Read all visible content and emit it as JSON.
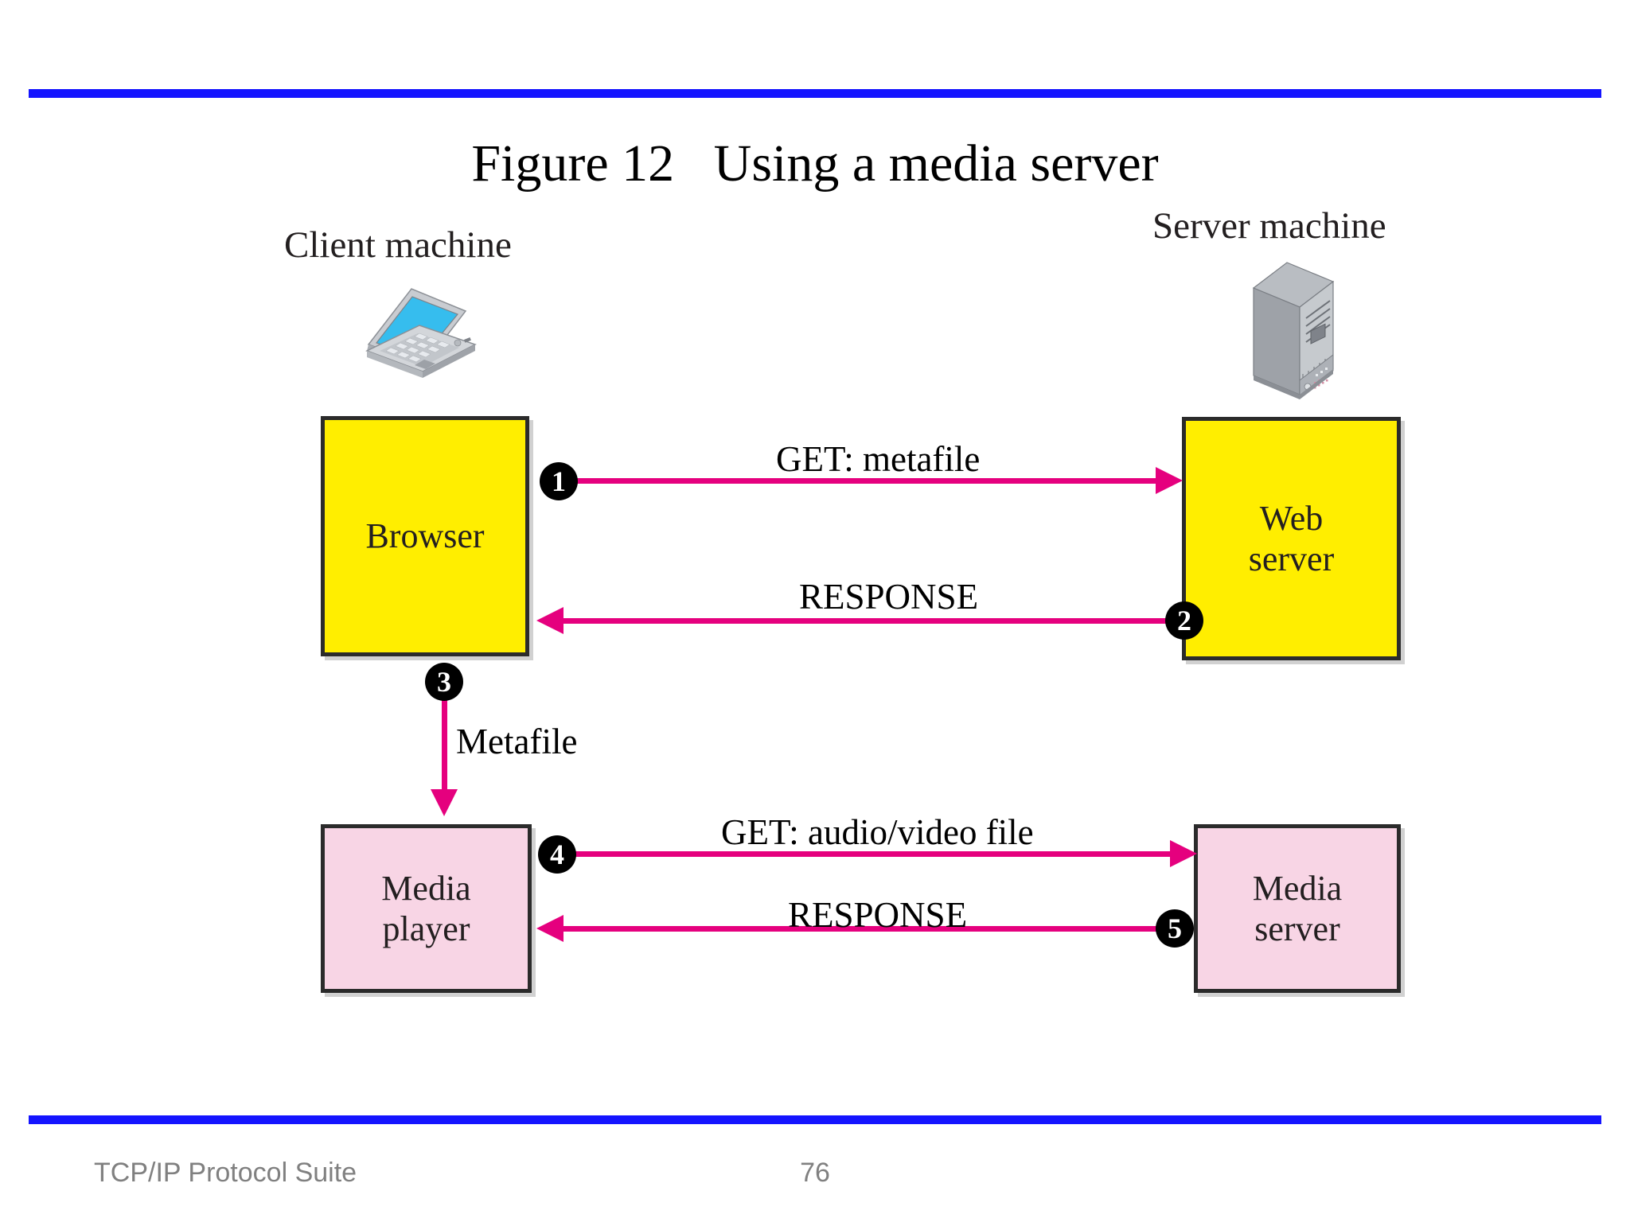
{
  "slide": {
    "title": "Figure 12   Using a media server",
    "accent_rule_color": "#1414ff",
    "arrow_color": "#e5007e"
  },
  "machines": {
    "client": {
      "label": "Client machine",
      "icon": "laptop-icon"
    },
    "server": {
      "label": "Server machine",
      "icon": "server-tower-icon"
    }
  },
  "boxes": {
    "browser": {
      "label": "Browser",
      "fill": "#ffee00"
    },
    "web_server": {
      "label": "Web\nserver",
      "line1": "Web",
      "line2": "server",
      "fill": "#ffee00"
    },
    "media_player": {
      "label": "Media player",
      "line1": "Media",
      "line2": "player",
      "fill": "#f8d5e5"
    },
    "media_server": {
      "label": "Media server",
      "line1": "Media",
      "line2": "server",
      "fill": "#f8d5e5"
    }
  },
  "flows": [
    {
      "step": "1",
      "label": "GET: metafile",
      "from": "browser",
      "to": "web_server",
      "direction": "right"
    },
    {
      "step": "2",
      "label": "RESPONSE",
      "from": "web_server",
      "to": "browser",
      "direction": "left"
    },
    {
      "step": "3",
      "label": "Metafile",
      "from": "browser",
      "to": "media_player",
      "direction": "down"
    },
    {
      "step": "4",
      "label": "GET: audio/video file",
      "from": "media_player",
      "to": "media_server",
      "direction": "right"
    },
    {
      "step": "5",
      "label": "RESPONSE",
      "from": "media_server",
      "to": "media_player",
      "direction": "left"
    }
  ],
  "footer": {
    "title": "TCP/IP Protocol Suite",
    "page": "76"
  }
}
